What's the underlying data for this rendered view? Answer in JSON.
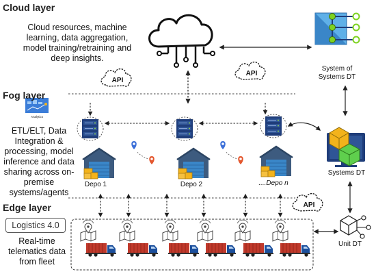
{
  "layers": {
    "cloud": {
      "title": "Cloud layer",
      "description": "Cloud resources, machine learning, data aggregation, model training/retraining and deep insights."
    },
    "fog": {
      "title": "Fog layer",
      "description": "ETL/ELT, Data Integration & processing, model inference and data sharing across on-premise systems/agents"
    },
    "edge": {
      "title": "Edge layer",
      "badge": "Logistics 4.0",
      "description": "Real-time telematics data from fleet"
    }
  },
  "labels": {
    "system_of_systems": "System of Systems DT",
    "systems_dt": "Systems DT",
    "unit_dt": "Unit DT",
    "analytics": "Analytics",
    "api": "API"
  },
  "depots": [
    "Depo 1",
    "Depo 2",
    "....Depo n"
  ],
  "icons": [
    "cloud-network-icon",
    "api-cloud-icon",
    "analytics-icon",
    "server-rack-icon",
    "warehouse-icon",
    "location-pin-icon",
    "truck-icon",
    "monitor-icon",
    "cube-network-icon",
    "hierarchy-tree-icon"
  ],
  "colors": {
    "server": "#1f3d7a",
    "warehouse_wall": "#3d5b7f",
    "warehouse_door": "#3a86c8",
    "boxes": "#f3b31b",
    "truck_cargo": "#c0392b",
    "truck_cab": "#1b4f9c",
    "tree_green": "#7ed321",
    "pin_blue": "#3b6fd8",
    "pin_red": "#e4572e"
  }
}
